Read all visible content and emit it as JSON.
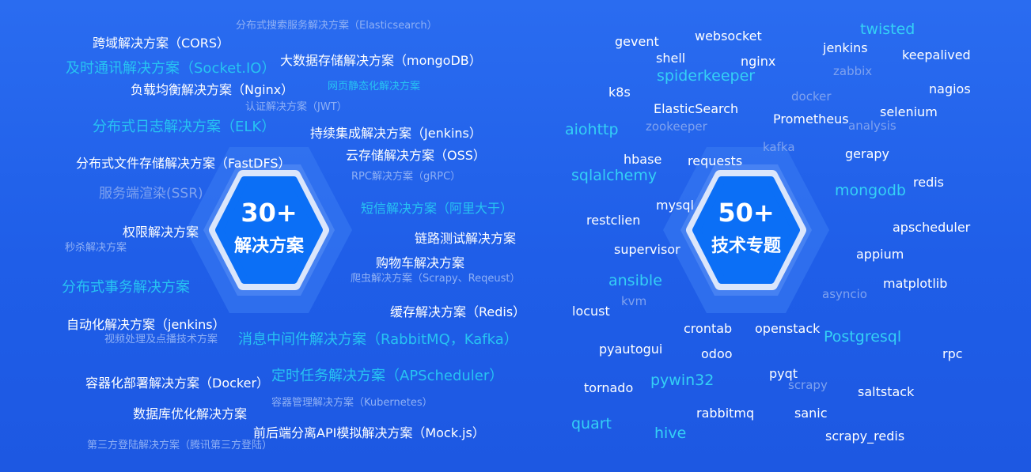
{
  "colors": {
    "background": "#2166ec",
    "accent_cyan": "#27c3f2",
    "hex_core": "#0b6ff6"
  },
  "left_badge": {
    "count": "30+",
    "label": "解决方案"
  },
  "right_badge": {
    "count": "50+",
    "label": "技术专题"
  },
  "left_words": [
    "分布式搜索服务解决方案（Elasticsearch）",
    "跨域解决方案（CORS）",
    "及时通讯解决方案（Socket.IO）",
    "大数据存储解决方案（mongoDB）",
    "负载均衡解决方案（Nginx）",
    "网页静态化解决方案",
    "认证解决方案（JWT）",
    "分布式日志解决方案（ELK）",
    "持续集成解决方案（Jenkins）",
    "云存储解决方案（OSS）",
    "分布式文件存储解决方案（FastDFS）",
    "RPC解决方案（gRPC）",
    "服务端渲染(SSR)",
    "短信解决方案（阿里大于）",
    "权限解决方案",
    "链路测试解决方案",
    "秒杀解决方案",
    "购物车解决方案",
    "爬虫解决方案（Scrapy、Reqeust）",
    "分布式事务解决方案",
    "缓存解决方案（Redis）",
    "自动化解决方案（jenkins）",
    "视频处理及点播技术方案",
    "消息中间件解决方案（RabbitMQ，Kafka）",
    "定时任务解决方案（APScheduler）",
    "容器化部署解决方案（Docker）",
    "容器管理解决方案（Kubernetes）",
    "数据库优化解决方案",
    "前后端分离API模拟解决方案（Mock.js）",
    "第三方登陆解决方案（腾讯第三方登陆）"
  ],
  "right_words": [
    "twisted",
    "gevent",
    "websocket",
    "jenkins",
    "keepalived",
    "shell",
    "nginx",
    "zabbix",
    "spiderkeeper",
    "k8s",
    "nagios",
    "docker",
    "ElasticSearch",
    "selenium",
    "Prometheus",
    "aiohttp",
    "zookeeper",
    "analysis",
    "kafka",
    "gerapy",
    "hbase",
    "requests",
    "sqlalchemy",
    "redis",
    "mongodb",
    "mysql",
    "restclien",
    "apscheduler",
    "supervisor",
    "appium",
    "ansible",
    "matplotlib",
    "kvm",
    "asyncio",
    "locust",
    "crontab",
    "openstack",
    "Postgresql",
    "pyautogui",
    "odoo",
    "rpc",
    "pyqt",
    "pywin32",
    "scrapy",
    "tornado",
    "saltstack",
    "rabbitmq",
    "sanic",
    "quart",
    "hive",
    "scrapy_redis"
  ]
}
